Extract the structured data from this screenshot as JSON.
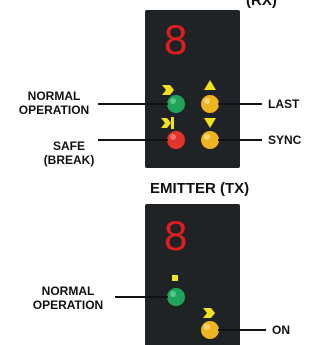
{
  "receiver": {
    "title_partial": "(RX)",
    "display_digit": "8",
    "labels": {
      "normal_line1": "NORMAL",
      "normal_line2": "OPERATION",
      "safe_line1": "SAFE",
      "safe_line2": "(BREAK)",
      "last": "LAST",
      "sync": "SYNC"
    }
  },
  "emitter": {
    "title": "EMITTER (TX)",
    "display_digit": "8",
    "labels": {
      "normal_line1": "NORMAL",
      "normal_line2": "OPERATION",
      "on": "ON"
    }
  },
  "colors": {
    "panel": "#1f2326",
    "digit": "#e01e1e",
    "green_led": "#1fa55a",
    "red_led": "#e2342b",
    "amber_led": "#f0b422",
    "yellow_arrow": "#f3e21a",
    "text": "#111111"
  }
}
